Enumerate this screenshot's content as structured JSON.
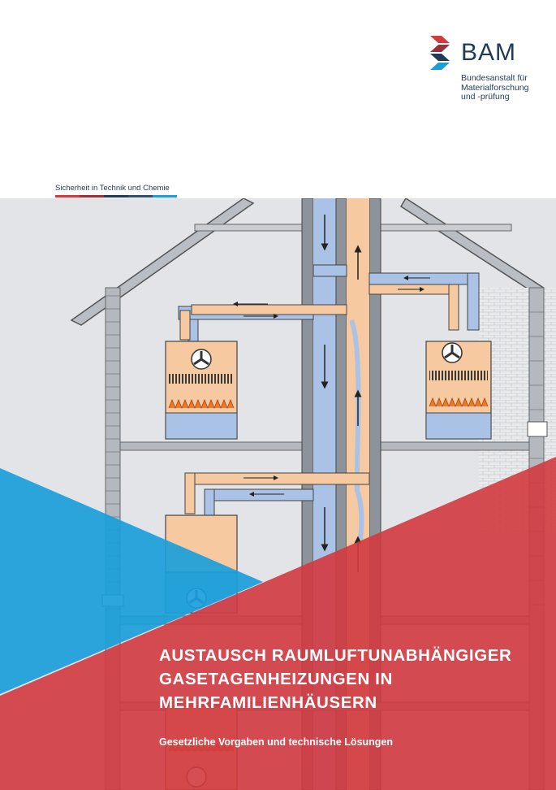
{
  "logo": {
    "name": "BAM",
    "subtitle": "Bundesanstalt für\nMaterialforschung\nund -prüfung"
  },
  "tagline": {
    "text": "Sicherheit in Technik und Chemie",
    "bar_colors": [
      "#d23a3f",
      "#9b2f3a",
      "#1f3b57",
      "#2f4f6f",
      "#1a9ed9"
    ]
  },
  "cover": {
    "title_lines": [
      "AUSTAUSCH RAUMLUFTUNABHÄNGIGER",
      "GASETAGENHEIZUNGEN IN",
      "MEHRFAMILIENHÄUSERN"
    ],
    "subtitle": "Gesetzliche Vorgaben und technische Lösungen"
  },
  "colors": {
    "brand_red": "#d23a3f",
    "brand_blue": "#1a9ed9",
    "brand_navy": "#1f3b57",
    "air_blue": "#a9c2e6",
    "exhaust_orange": "#f6c9a0",
    "background_grey": "#e2e4e7"
  }
}
